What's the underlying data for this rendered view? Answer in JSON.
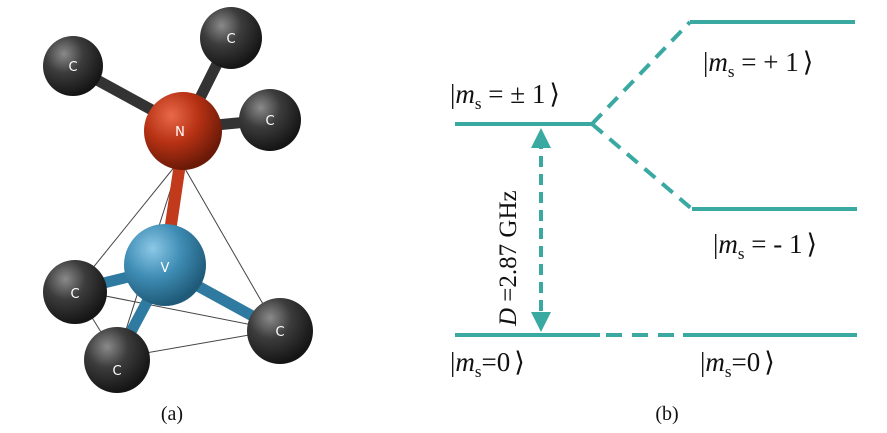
{
  "colors": {
    "carbon": "#3a3a3a",
    "nitrogen": "#b83214",
    "vacancy": "#3f8db5",
    "level_line": "#3aa9a2",
    "bond": "#333333",
    "text": "#111111"
  },
  "panel_a": {
    "label": "(a)",
    "atoms": {
      "carbon": "C",
      "nitrogen": "N",
      "vacancy": "V"
    }
  },
  "panel_b": {
    "label": "(b)",
    "levels": {
      "pm1": {
        "prefix": "|",
        "m": "m",
        "sub": "s",
        "rest": " = ± 1",
        "bracket": "⟩"
      },
      "plus1": {
        "prefix": "|",
        "m": "m",
        "sub": "s",
        "rest": " = + 1",
        "bracket": "⟩"
      },
      "minus1": {
        "prefix": "|",
        "m": "m",
        "sub": "s",
        "rest": " = - 1",
        "bracket": "⟩"
      },
      "zero_left": {
        "prefix": "|",
        "m": "m",
        "sub": "s",
        "rest": "=0",
        "bracket": "⟩"
      },
      "zero_right": {
        "prefix": "|",
        "m": "m",
        "sub": "s",
        "rest": "=0",
        "bracket": "⟩"
      }
    },
    "splitting": {
      "symbol": "D",
      "value": " =2.87 GHz"
    }
  }
}
